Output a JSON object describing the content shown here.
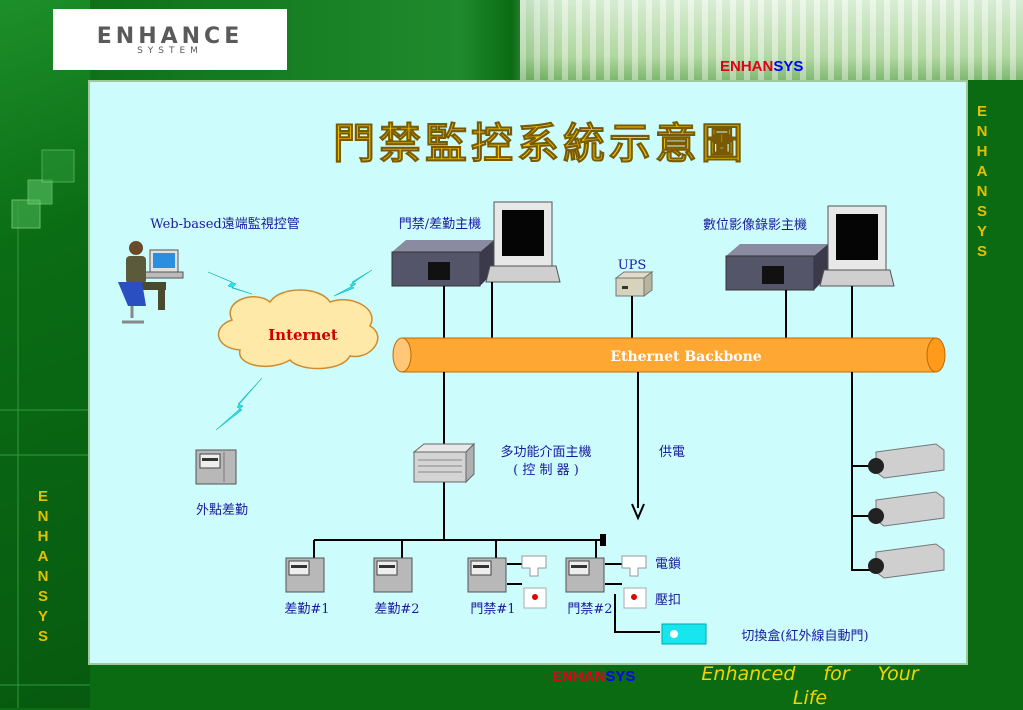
{
  "header": {
    "logo_text": "ENHANCE",
    "logo_sub": "SYSTEM",
    "brand_red": "ENHAN",
    "brand_blue": "SYS"
  },
  "side_right_letters": [
    "E",
    "N",
    "H",
    "A",
    "N",
    "S",
    "Y",
    "S"
  ],
  "side_left_letters": [
    "E",
    "N",
    "H",
    "A",
    "N",
    "S",
    "Y",
    "S"
  ],
  "footer": {
    "brand_red": "ENHAN",
    "brand_blue": "SYS",
    "tagline": "Enhanced for Your Life"
  },
  "diagram": {
    "title": "門禁監控系統示意圖",
    "remote_label": "Web-based遠端監視控管",
    "internet_label": "Internet",
    "access_host_label": "門禁/差勤主機",
    "ups_label": "UPS",
    "dvr_label": "數位影像錄影主機",
    "backbone_label": "Ethernet Backbone",
    "controller_label_1": "多功能介面主機",
    "controller_label_2": "( 控 制 器 )",
    "power_label": "供電",
    "remote_attendance_label": "外點差勤",
    "attendance1_label": "差勤#1",
    "attendance2_label": "差勤#2",
    "door1_label": "門禁#1",
    "door2_label": "門禁#2",
    "lock_label": "電鎖",
    "button_label": "壓扣",
    "switch_box_label": "切換盒(紅外線自動門)"
  },
  "colors": {
    "frame_green": "#0b6b13",
    "panel_bg": "#ccfcfc",
    "title_gold": "#f0c800",
    "backbone_orange": "#ffa733",
    "cloud_fill": "#ffe9a8",
    "lightning_cyan": "#2fe0f0",
    "brand_red": "#e3001b",
    "brand_blue": "#0000ff"
  }
}
